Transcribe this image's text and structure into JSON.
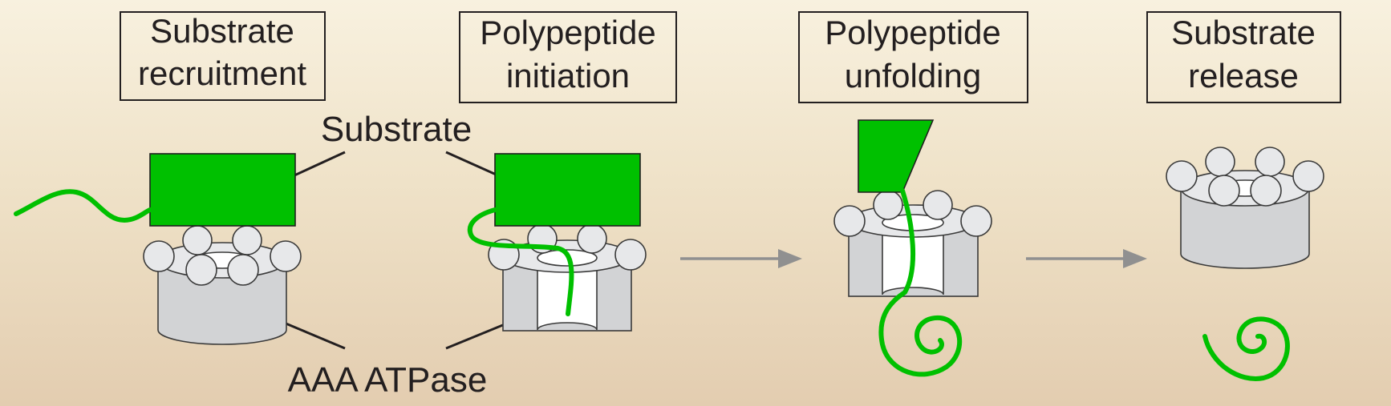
{
  "stages": [
    {
      "line1": "Substrate",
      "line2": "recruitment"
    },
    {
      "line1": "Polypeptide",
      "line2": "initiation"
    },
    {
      "line1": "Polypeptide",
      "line2": "unfolding"
    },
    {
      "line1": "Substrate",
      "line2": "release"
    }
  ],
  "annotations": {
    "substrate": "Substrate",
    "atpase": "AAA ATPase"
  },
  "colors": {
    "substrate": "#00c000",
    "atpase": "#d2d3d5",
    "arrow": "#909090"
  }
}
